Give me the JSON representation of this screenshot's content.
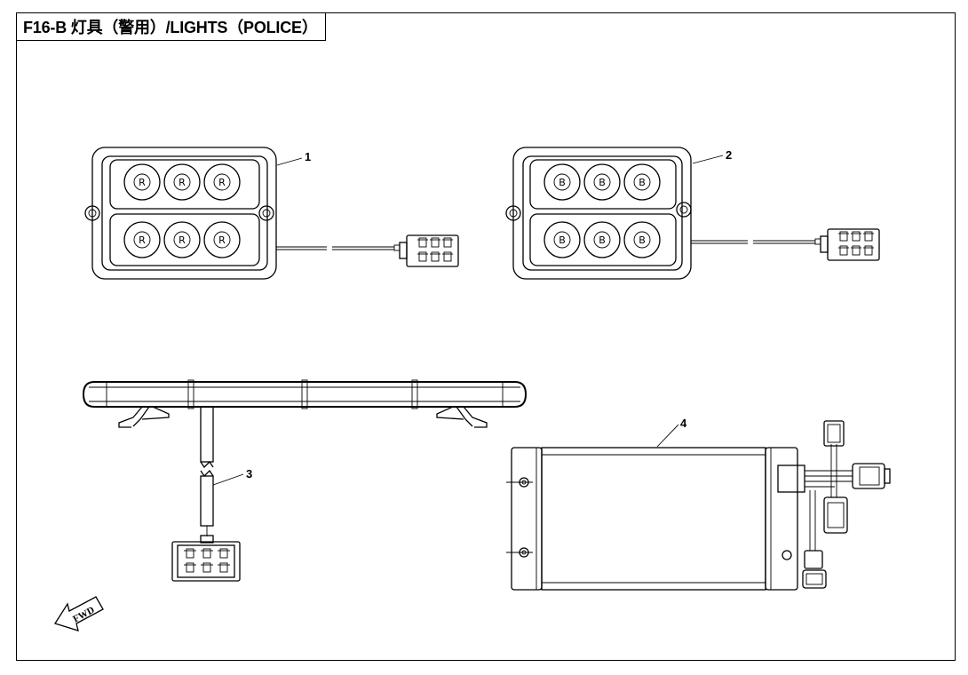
{
  "title": "F16-B 灯具（警用）/LIGHTS（POLICE）",
  "callouts": {
    "part1": "1",
    "part2": "2",
    "part3": "3",
    "part4": "4"
  },
  "lamp_letters": {
    "red": "R",
    "blue": "B"
  },
  "direction_label": "FWD",
  "icons": {
    "direction": "fwd-arrow-icon"
  }
}
